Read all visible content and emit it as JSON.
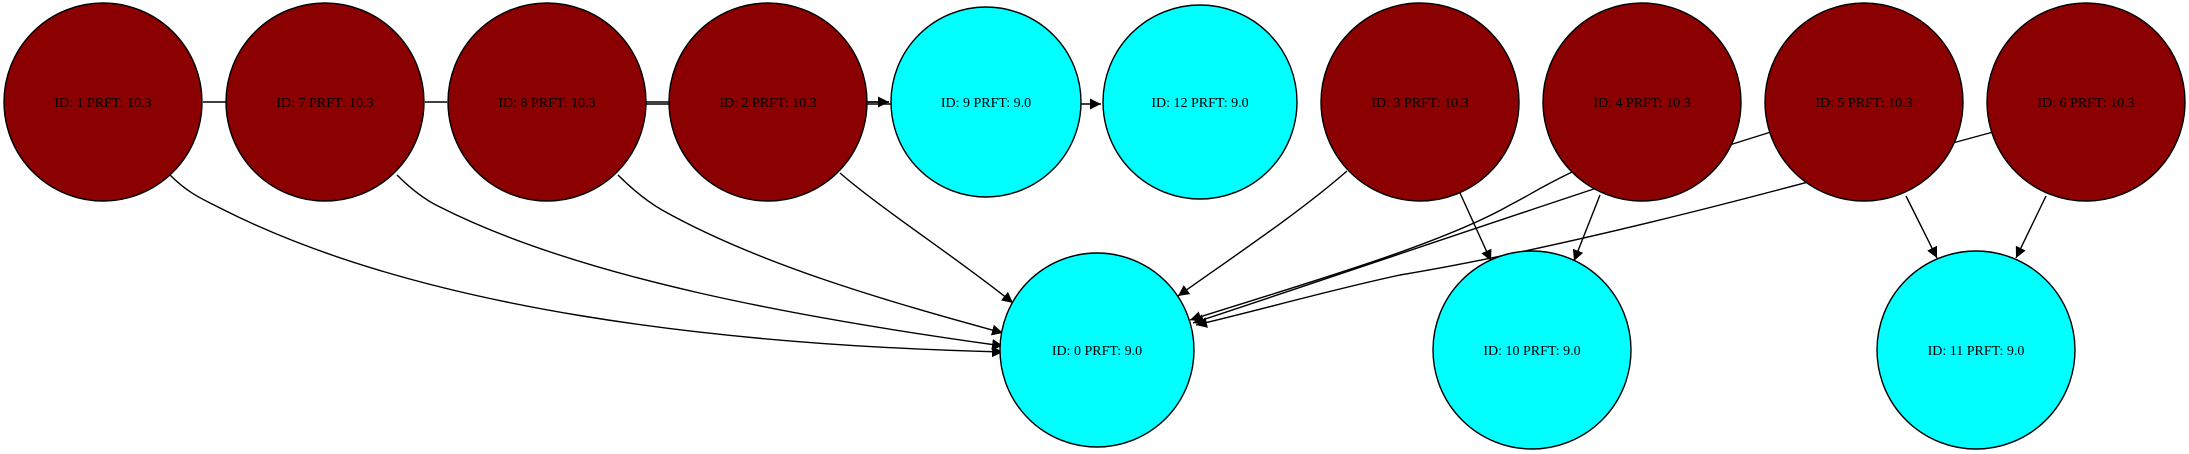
{
  "colors": {
    "source_fill": "#8b0000",
    "target_fill": "#00ffff",
    "stroke": "#000000",
    "background": "#ffffff"
  },
  "nodes": {
    "n1": {
      "label": "ID: 1 PRFT: 10.3",
      "kind": "source"
    },
    "n7": {
      "label": "ID: 7 PRFT: 10.3",
      "kind": "source"
    },
    "n8": {
      "label": "ID: 8 PRFT: 10.3",
      "kind": "source"
    },
    "n2": {
      "label": "ID: 2 PRFT: 10.3",
      "kind": "source"
    },
    "n9": {
      "label": "ID: 9 PRFT: 9.0",
      "kind": "target"
    },
    "n12": {
      "label": "ID: 12 PRFT: 9.0",
      "kind": "target"
    },
    "n3": {
      "label": "ID: 3 PRFT: 10.3",
      "kind": "source"
    },
    "n4": {
      "label": "ID: 4 PRFT: 10.3",
      "kind": "source"
    },
    "n5": {
      "label": "ID: 5 PRFT: 10.3",
      "kind": "source"
    },
    "n6": {
      "label": "ID: 6 PRFT: 10.3",
      "kind": "source"
    },
    "n0": {
      "label": "ID: 0 PRFT: 9.0",
      "kind": "target"
    },
    "n10": {
      "label": "ID: 10 PRFT: 9.0",
      "kind": "target"
    },
    "n11": {
      "label": "ID: 11 PRFT: 9.0",
      "kind": "target"
    }
  },
  "edges": [
    {
      "from": "n1",
      "to": "n0"
    },
    {
      "from": "n7",
      "to": "n0"
    },
    {
      "from": "n8",
      "to": "n0"
    },
    {
      "from": "n2",
      "to": "n0"
    },
    {
      "from": "n3",
      "to": "n0"
    },
    {
      "from": "n4",
      "to": "n0"
    },
    {
      "from": "n5",
      "to": "n0"
    },
    {
      "from": "n6",
      "to": "n0"
    },
    {
      "from": "n3",
      "to": "n10"
    },
    {
      "from": "n4",
      "to": "n10"
    },
    {
      "from": "n5",
      "to": "n11"
    },
    {
      "from": "n6",
      "to": "n11"
    },
    {
      "from": "n1",
      "to": "n9"
    },
    {
      "from": "n7",
      "to": "n9"
    },
    {
      "from": "n8",
      "to": "n9"
    },
    {
      "from": "n2",
      "to": "n9"
    },
    {
      "from": "n8",
      "to": "n12"
    }
  ]
}
